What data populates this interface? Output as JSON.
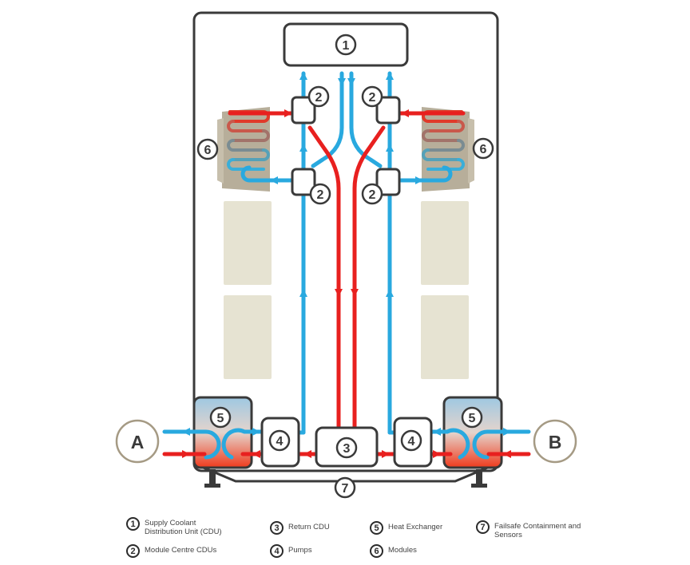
{
  "markers": {
    "cdu_supply": "1",
    "module_cdu": "2",
    "return_cdu": "3",
    "pump": "4",
    "heat_exchanger": "5",
    "module": "6",
    "failsafe": "7"
  },
  "endpoints": {
    "left": "A",
    "right": "B"
  },
  "legend": [
    {
      "num": "1",
      "label": "Supply Coolant Distribution Unit (CDU)"
    },
    {
      "num": "2",
      "label": "Module Centre CDUs"
    },
    {
      "num": "3",
      "label": "Return CDU"
    },
    {
      "num": "4",
      "label": "Pumps"
    },
    {
      "num": "5",
      "label": "Heat Exchanger"
    },
    {
      "num": "6",
      "label": "Modules"
    },
    {
      "num": "7",
      "label": "Failsafe Containment and Sensors"
    }
  ],
  "colors": {
    "supply": "#29a9df",
    "return": "#e8201f",
    "outline": "#3a3a3a",
    "module_fill": "#b7ae9a",
    "module_faded": "#e6e3d2",
    "endpoint_ring": "#a59a84"
  }
}
